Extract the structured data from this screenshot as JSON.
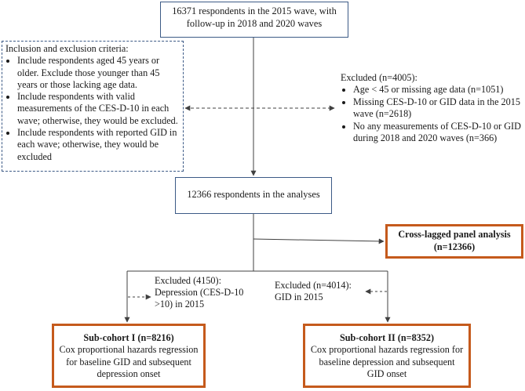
{
  "boxes": {
    "top": "16371 respondents in the 2015 wave, with follow-up in 2018 and 2020 waves",
    "criteria": {
      "title": "Inclusion and exclusion criteria:",
      "items": [
        "Include respondents aged 45 years or older. Exclude those younger than 45 years or those lacking age data.",
        "Include respondents with valid measurements of the CES-D-10 in each wave; otherwise, they would be excluded.",
        "Include respondents with reported GID in each wave; otherwise, they would be excluded"
      ]
    },
    "excluded_main": {
      "title": "Excluded (n=4005):",
      "items": [
        "Age < 45 or missing age data (n=1051)",
        "Missing CES-D-10 or GID data in the 2015 wave (n=2618)",
        "No any measurements of CES-D-10 or GID during 2018 and 2020 waves (n=366)"
      ]
    },
    "analysis": "12366 respondents in the analyses",
    "cross_lagged": {
      "title": "Cross-lagged panel analysis",
      "n": "(n=12366)"
    },
    "excluded_left": {
      "line1": "Excluded (4150):",
      "line2": "Depression (CES-D-10 >10) in 2015"
    },
    "excluded_right": {
      "line1": "Excluded (n=4014):",
      "line2": "GID in 2015"
    },
    "subcohort1": {
      "title": "Sub-cohort I (n=8216)",
      "desc": "Cox proportional hazards regression for baseline GID and subsequent depression onset"
    },
    "subcohort2": {
      "title": "Sub-cohort II (n=8352)",
      "desc": "Cox proportional hazards regression for baseline depression and subsequent GID onset"
    }
  },
  "colors": {
    "blue_border": "#3c5a86",
    "orange_border": "#c55a1c",
    "arrow": "#404040"
  }
}
